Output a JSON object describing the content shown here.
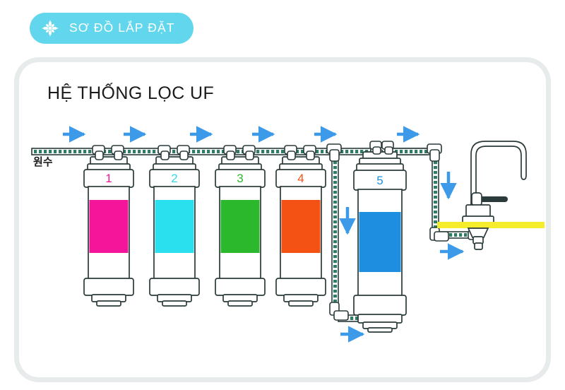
{
  "header": {
    "badge_label": "SƠ ĐỒ LẮP ĐẶT",
    "badge_icon": "snowflake-icon",
    "badge_color": "#62d6ec",
    "badge_text_color": "#ffffff"
  },
  "card": {
    "title": "HỆ THỐNG LỌC UF",
    "background": "#ffffff",
    "border_color": "#e7ebec"
  },
  "diagram": {
    "inlet_label": "원수",
    "pipe_color": "#2e7d63",
    "pipe_fill": "#9ed6c4",
    "arrow_color": "#3c9ae8",
    "outline_color": "#2b3a3a",
    "counter_color": "#f5ec2b",
    "stages": [
      {
        "number": "1",
        "color": "#f5159a",
        "label_color": "#f5159a",
        "type": "cartridge"
      },
      {
        "number": "2",
        "color": "#2ae0ee",
        "label_color": "#38d6e8",
        "type": "cartridge"
      },
      {
        "number": "3",
        "color": "#2cb82c",
        "label_color": "#2cb82c",
        "type": "cartridge"
      },
      {
        "number": "4",
        "color": "#f45214",
        "label_color": "#f45214",
        "type": "cartridge"
      },
      {
        "number": "5",
        "color": "#1e8fe0",
        "label_color": "#1e8fe0",
        "type": "uf-membrane"
      }
    ],
    "flow_arrows": [
      {
        "id": "arrow-inlet-1",
        "direction": "right"
      },
      {
        "id": "arrow-1-2",
        "direction": "right"
      },
      {
        "id": "arrow-2-3",
        "direction": "right"
      },
      {
        "id": "arrow-3-4",
        "direction": "right"
      },
      {
        "id": "arrow-4-5",
        "direction": "right"
      },
      {
        "id": "arrow-5-outlet",
        "direction": "right"
      },
      {
        "id": "arrow-down-to-membrane",
        "direction": "down"
      },
      {
        "id": "arrow-membrane-bottom",
        "direction": "right"
      },
      {
        "id": "arrow-down-to-faucet",
        "direction": "down"
      },
      {
        "id": "arrow-to-faucet",
        "direction": "right"
      }
    ],
    "faucet": {
      "name": "goose-neck-faucet",
      "handle": "lever-handle"
    }
  }
}
